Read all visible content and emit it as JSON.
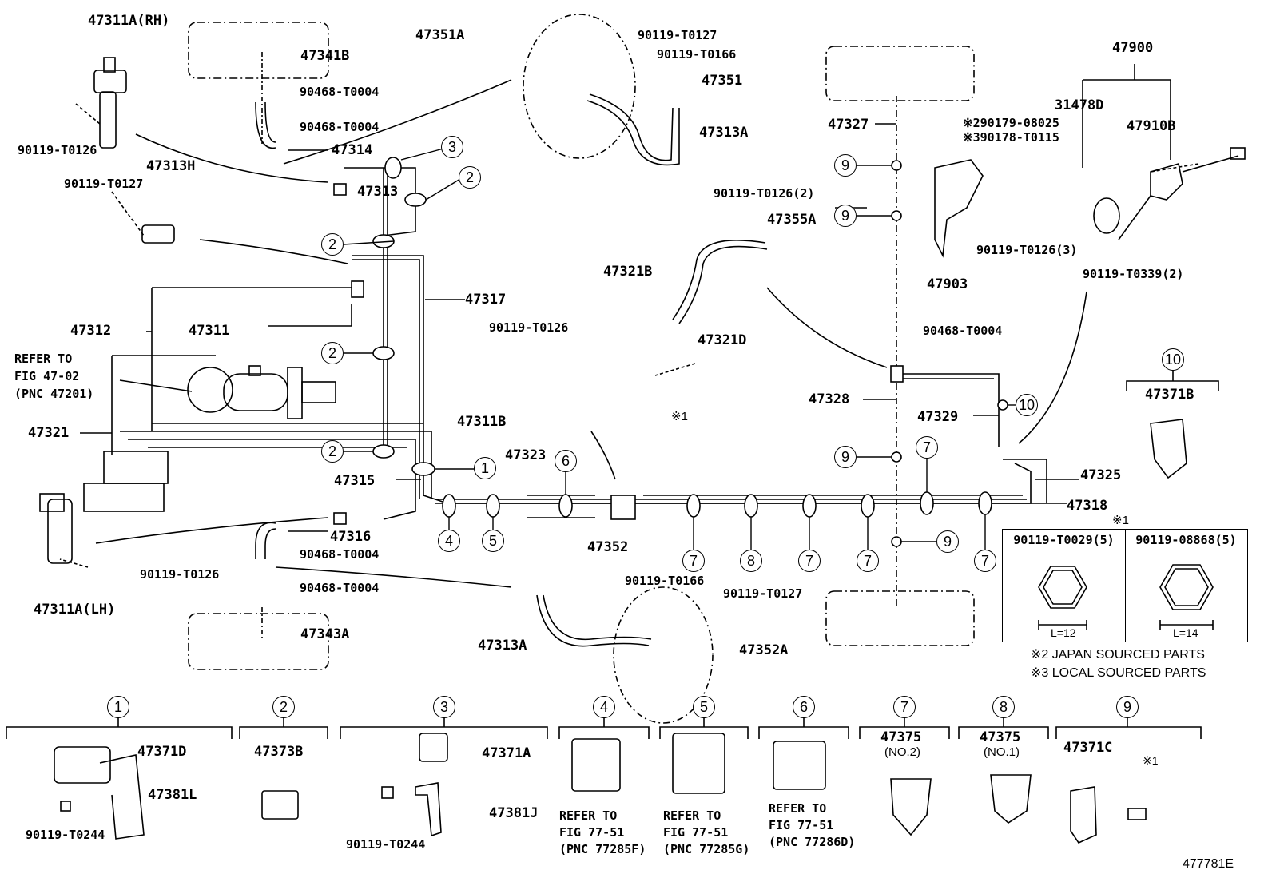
{
  "figure_id": "477781E",
  "notes": {
    "japan": "※2 JAPAN SOURCED PARTS",
    "local": "※3 LOCAL SOURCED PARTS",
    "mark1": "※1"
  },
  "table": {
    "title": "※1",
    "col1": "90119-T0029(5)",
    "col2": "90119-08868(5)",
    "len1": "L=12",
    "len2": "L=14"
  },
  "labels": {
    "p47311A_RH": "47311A(RH)",
    "p47341B": "47341B",
    "p90468_T0004_a": "90468-T0004",
    "p90468_T0004_b": "90468-T0004",
    "p47314": "47314",
    "p90119_T0126_a": "90119-T0126",
    "p47313H": "47313H",
    "p90119_T0127_a": "90119-T0127",
    "p47313": "47313",
    "p47351A": "47351A",
    "p90119_T0127_b": "90119-T0127",
    "p90119_T0166_a": "90119-T0166",
    "p47351": "47351",
    "p47313A_top": "47313A",
    "p47317": "47317",
    "p47312": "47312",
    "p47311": "47311",
    "refer_to_main": "REFER TO",
    "fig_main": "FIG 47-02",
    "pnc_main": "(PNC 47201)",
    "p47321": "47321",
    "p47315": "47315",
    "p47316": "47316",
    "p90119_T0126_b": "90119-T0126",
    "p47311A_LH": "47311A(LH)",
    "p90468_T0004_c": "90468-T0004",
    "p90468_T0004_d": "90468-T0004",
    "p47343A": "47343A",
    "p47327": "47327",
    "p90119_T0126_2": "90119-T0126(2)",
    "p47355A": "47355A",
    "p47321B": "47321B",
    "p90119_T0126_c": "90119-T0126",
    "p47321D": "47321D",
    "mark1_a": "※1",
    "p47311B": "47311B",
    "p47323": "47323",
    "p47328": "47328",
    "p90468_T0004_e": "90468-T0004",
    "p47329": "47329",
    "p47325": "47325",
    "p47318": "47318",
    "p47352": "47352",
    "p90119_T0166_b": "90119-T0166",
    "p90119_T0127_c": "90119-T0127",
    "p47313A_bot": "47313A",
    "p47352A": "47352A",
    "p47900": "47900",
    "p31478D": "31478D",
    "p47910B": "47910B",
    "p90179_08025": "※290179-08025",
    "p90178_T0115": "※390178-T0115",
    "p47903": "47903",
    "p90119_T0126_3": "90119-T0126(3)",
    "p90119_T0339_2": "90119-T0339(2)",
    "p47371B": "47371B"
  },
  "bottom_groups": {
    "g1": {
      "num": "1",
      "a": "47371D",
      "b": "47381L",
      "c": "90119-T0244"
    },
    "g2": {
      "num": "2",
      "a": "47373B"
    },
    "g3": {
      "num": "3",
      "a": "47371A",
      "b": "47381J",
      "c": "90119-T0244"
    },
    "g4": {
      "num": "4",
      "r1": "REFER TO",
      "r2": "FIG 77-51",
      "r3": "(PNC 77285F)"
    },
    "g5": {
      "num": "5",
      "r1": "REFER TO",
      "r2": "FIG 77-51",
      "r3": "(PNC 77285G)"
    },
    "g6": {
      "num": "6",
      "r1": "REFER TO",
      "r2": "FIG 77-51",
      "r3": "(PNC 77286D)"
    },
    "g7": {
      "num": "7",
      "a": "47375",
      "b": "(NO.2)"
    },
    "g8": {
      "num": "8",
      "a": "47375",
      "b": "(NO.1)"
    },
    "g9": {
      "num": "9",
      "a": "47371C",
      "mark": "※1"
    },
    "g10": {
      "num": "10"
    }
  },
  "callouts": {
    "c1": "1",
    "c2": "2",
    "c3": "3",
    "c4": "4",
    "c5": "5",
    "c6": "6",
    "c7": "7",
    "c8": "8",
    "c9": "9",
    "c10": "10"
  }
}
